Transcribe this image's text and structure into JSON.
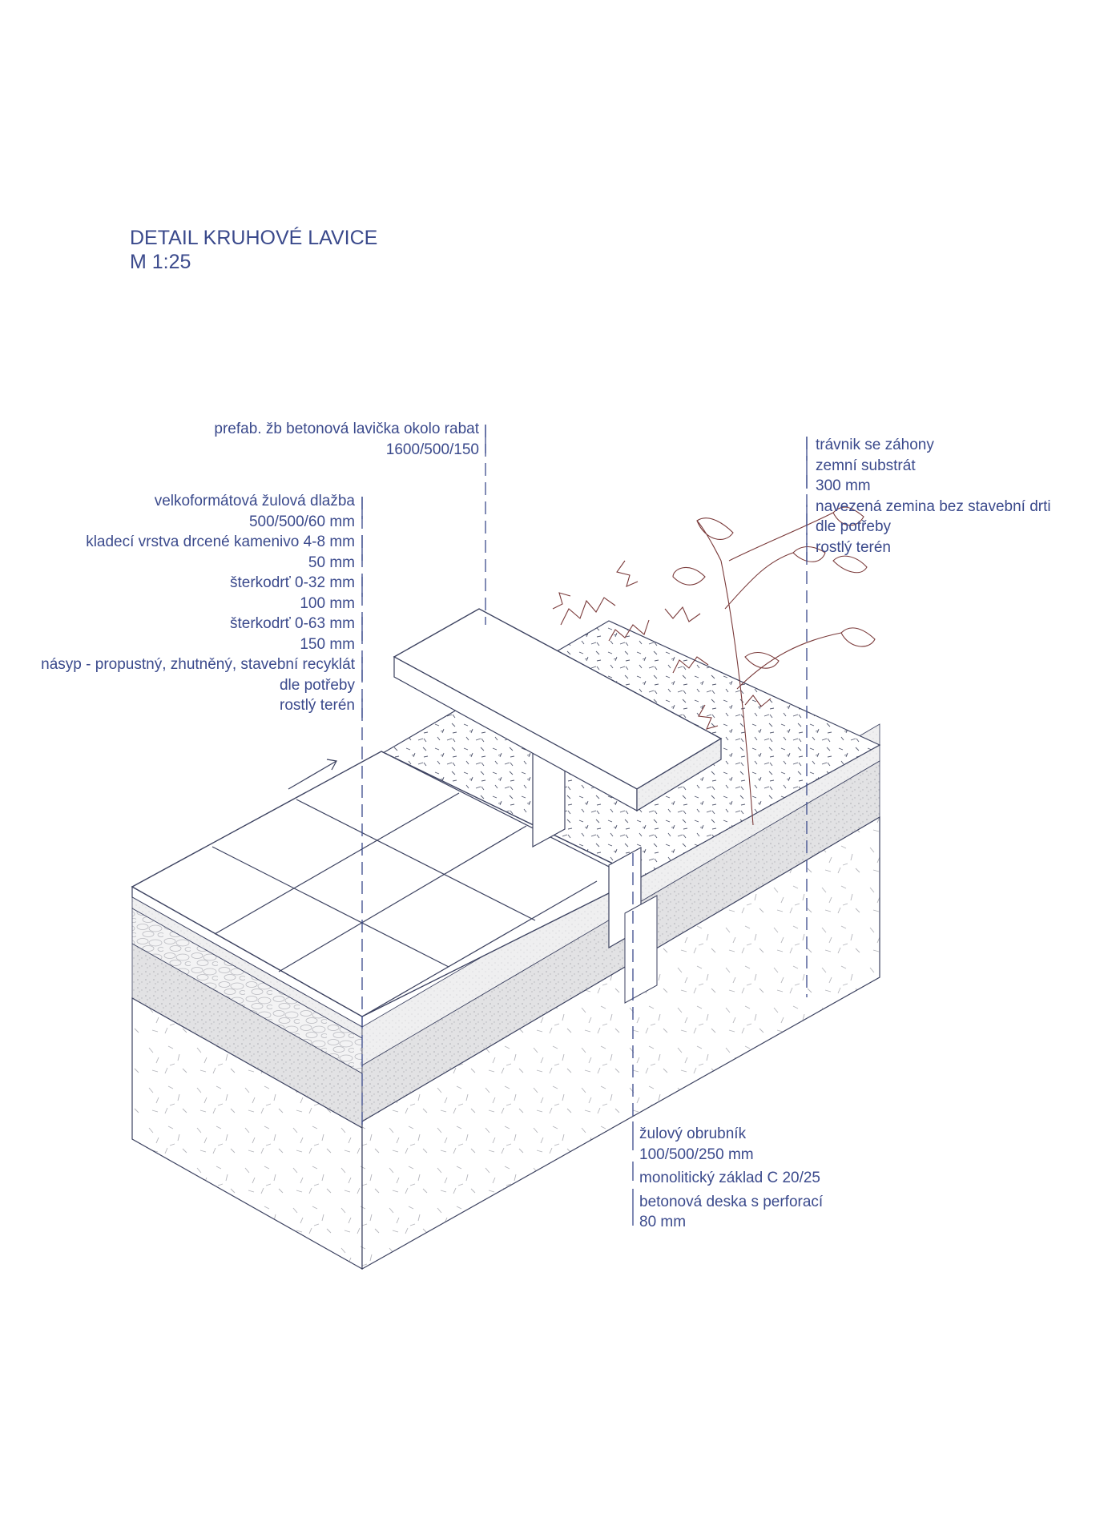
{
  "title": {
    "line1": "DETAIL KRUHOVÉ LAVICE",
    "line2": "M 1:25"
  },
  "labels": {
    "bench": [
      "prefab. žb betonová lavička okolo rabat",
      "1600/500/150"
    ],
    "paving_layers": [
      "velkoformátová žulová dlažba",
      "500/500/60 mm",
      "kladecí vrstva drcené kamenivo 4-8 mm",
      "50 mm",
      "šterkodrť  0-32 mm",
      "100 mm",
      "šterkodrť  0-63 mm",
      "150 mm",
      "násyp - propustný, zhutněný, stavební recyklát",
      "dle potřeby",
      "rostlý terén"
    ],
    "lawn_layers": [
      "trávnik se záhony",
      "zemní substrát",
      "300 mm",
      "navezená zemina bez stavební drti",
      "dle potřeby",
      "rostlý terén"
    ],
    "curb": [
      "žulový obrubník",
      "100/500/250 mm",
      "monolitický základ C 20/25",
      "betonová deska s perforací",
      "80 mm"
    ]
  },
  "colors": {
    "annotation": "#3b4a8c",
    "drawing": "#3c4260",
    "plants": "#7a3a3a",
    "fill_gray": "#e4e4e6"
  }
}
